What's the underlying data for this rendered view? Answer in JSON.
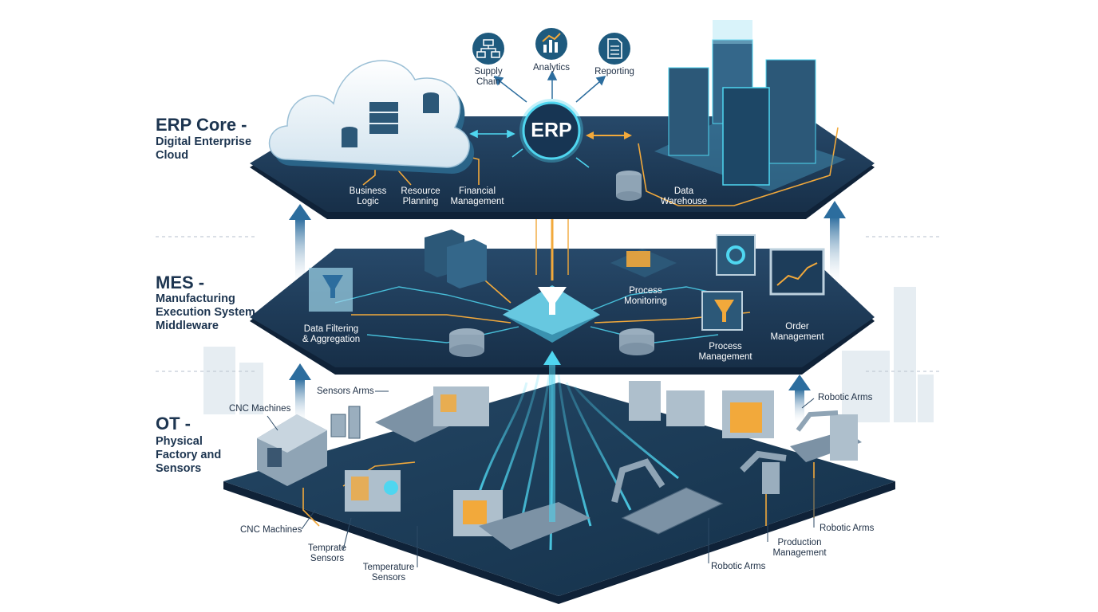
{
  "layers": [
    {
      "title": "ERP Core -",
      "subtitle": "Digital Enterprise\nCloud"
    },
    {
      "title": "MES -",
      "subtitle": "Manufacturing\nExecution System\nMiddleware"
    },
    {
      "title": "OT -",
      "subtitle": "Physical\nFactory and\nSensors"
    }
  ],
  "erp": {
    "center": "ERP",
    "top_nodes": [
      "Supply\nChain",
      "Analytics",
      "Reporting"
    ],
    "labels": [
      "Business\nLogic",
      "Resource\nPlanning",
      "Financial\nManagement",
      "Data\nWarehouse"
    ]
  },
  "mes": {
    "labels": [
      "Data Filtering\n& Aggregation",
      "Process\nMonitoring",
      "Process\nManagement",
      "Order\nManagement"
    ]
  },
  "ot": {
    "labels": [
      "Sensors Arms",
      "CNC Machines",
      "Robotic Arms",
      "CNC Machines",
      "Temprate\nSensors",
      "Temperature\nSensors",
      "Robotic Arms",
      "Production\nManagement",
      "Robotic Arms"
    ]
  },
  "colors": {
    "platform": "#1e3a55",
    "platform_edge": "#0f2238",
    "cyan": "#4fd6f0",
    "orange": "#f2a93b",
    "arrow_blue": "#2c6d9e",
    "text": "#1d3550"
  }
}
